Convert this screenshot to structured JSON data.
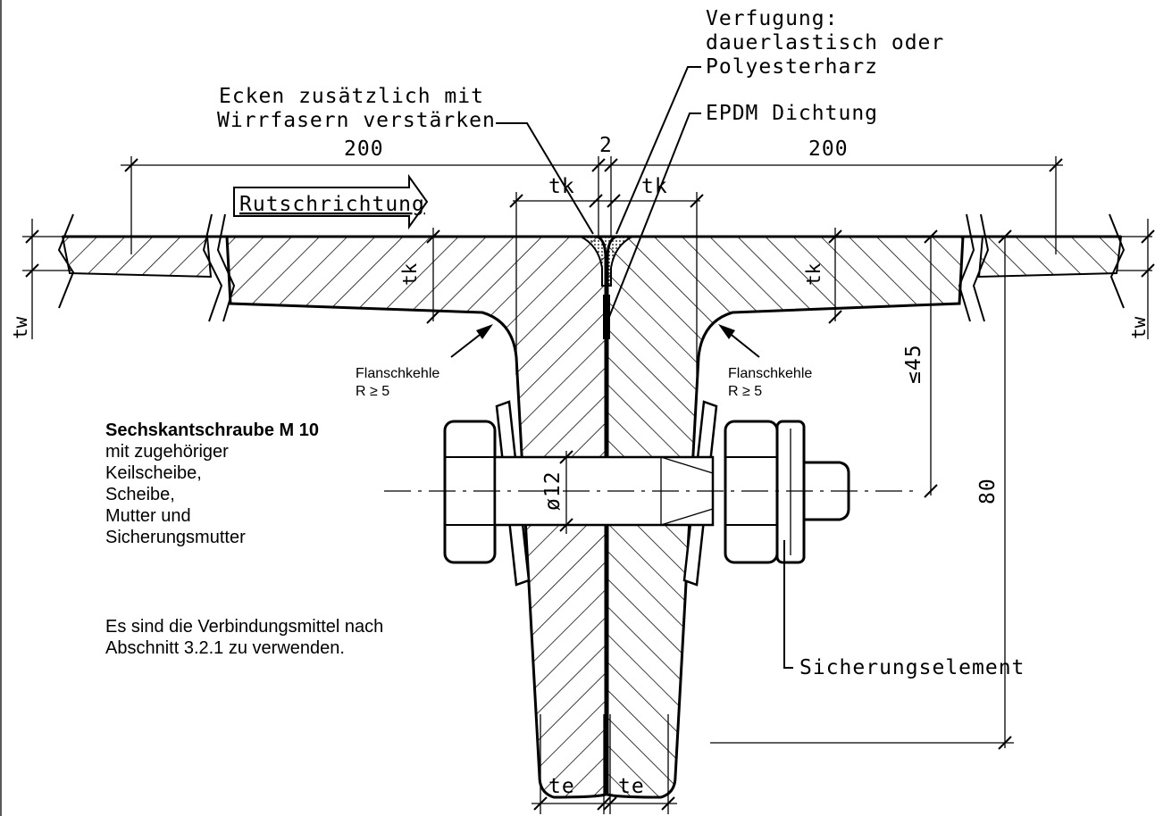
{
  "labels": {
    "verfugung_1": "Verfugung:",
    "verfugung_2": "dauerlastisch oder",
    "verfugung_3": "Polyesterharz",
    "ecken_1": "Ecken zusätzlich mit",
    "ecken_2": "Wirrfasern verstärken",
    "epdm": "EPDM Dichtung",
    "rutschrichtung": "Rutschrichtung",
    "flanschkehle": "Flanschkehle",
    "radius": "R ≥ 5",
    "sicherungselement": "Sicherungselement"
  },
  "dimensions": {
    "width_left": "200",
    "width_right": "200",
    "gap": "2",
    "tk": "tk",
    "tw": "tw",
    "te": "te",
    "bolt_diameter": "ø12",
    "max_distance": "≤45",
    "height": "80"
  },
  "notes": {
    "bolt_title": "Sechskantschraube M 10",
    "bolt_lines": [
      "mit zugehöriger",
      "Keilscheibe,",
      "Scheibe,",
      "Mutter und",
      "Sicherungsmutter"
    ],
    "usage_lines": [
      "Es sind die Verbindungsmittel nach",
      "Abschnitt 3.2.1 zu verwenden."
    ]
  }
}
